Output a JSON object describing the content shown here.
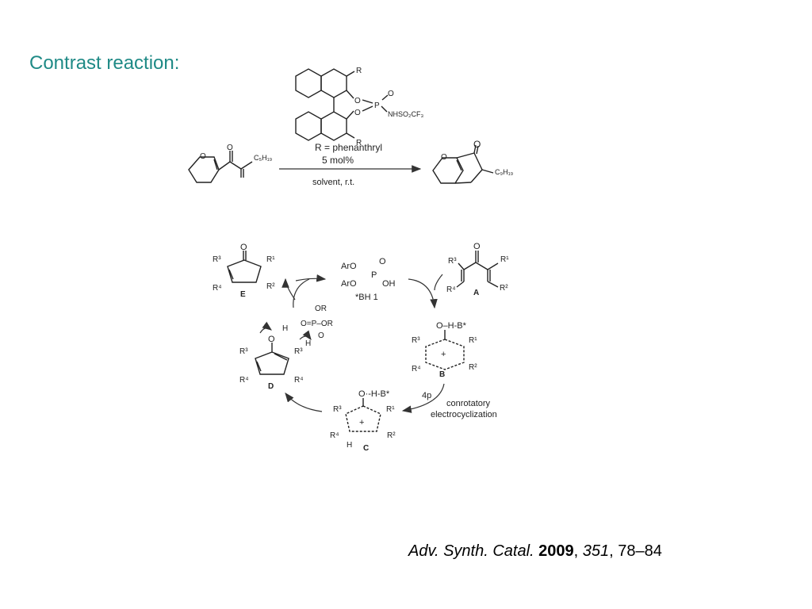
{
  "slide": {
    "title": "Contrast reaction:"
  },
  "reaction": {
    "catalyst_r_sub": "R",
    "catalyst_o1": "O",
    "catalyst_o2": "O",
    "catalyst_p": "P",
    "catalyst_po": "O",
    "catalyst_nh": "NHSO₂CF₃",
    "r_definition": "R = phenanthryl",
    "loading": "5 mol%",
    "conditions": "solvent, r.t.",
    "reactant_o_ring": "O",
    "reactant_o_carbonyl": "O",
    "reactant_chain": "C₅H₁₉",
    "product_o_ring": "O",
    "product_o_carbonyl": "O",
    "product_chain": "C₉H₁₉"
  },
  "cycle": {
    "catalyst_ar1": "ArO",
    "catalyst_ar2": "ArO",
    "catalyst_p": "P",
    "catalyst_o": "O",
    "catalyst_oh": "OH",
    "catalyst_name": "*BH 1",
    "intermediate_A": "A",
    "intermediate_B": "B",
    "intermediate_C": "C",
    "intermediate_D": "D",
    "intermediate_E": "E",
    "r1": "R¹",
    "r2": "R²",
    "r3": "R³",
    "r4": "R⁴",
    "oxygen": "O",
    "ohb": "O–H-B*",
    "ohb_c": "O·-H-B*",
    "hydrogen": "H",
    "plus": "+",
    "acid_or1": "OR",
    "acid_or2": "O=P–OR",
    "acid_o": "O",
    "acid_h": "H",
    "step_label": "4p",
    "step_text_1": "conrotatory",
    "step_text_2": "electrocyclization"
  },
  "citation": {
    "journal": "Adv. Synth. Catal.",
    "year": "2009",
    "volume": "351",
    "pages": ", 78–84"
  }
}
